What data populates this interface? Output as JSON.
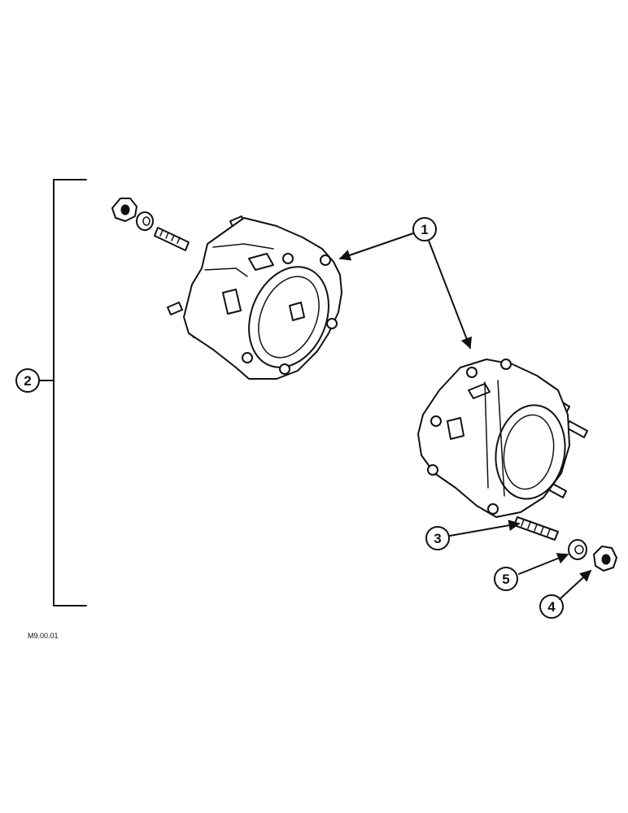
{
  "callouts": [
    {
      "id": "1",
      "label": "1"
    },
    {
      "id": "2",
      "label": "2"
    },
    {
      "id": "3",
      "label": "3"
    },
    {
      "id": "4",
      "label": "4"
    },
    {
      "id": "5",
      "label": "5"
    }
  ],
  "reference_code": "M9.00.01",
  "colors": {
    "line": "#111111",
    "background": "#ffffff"
  }
}
